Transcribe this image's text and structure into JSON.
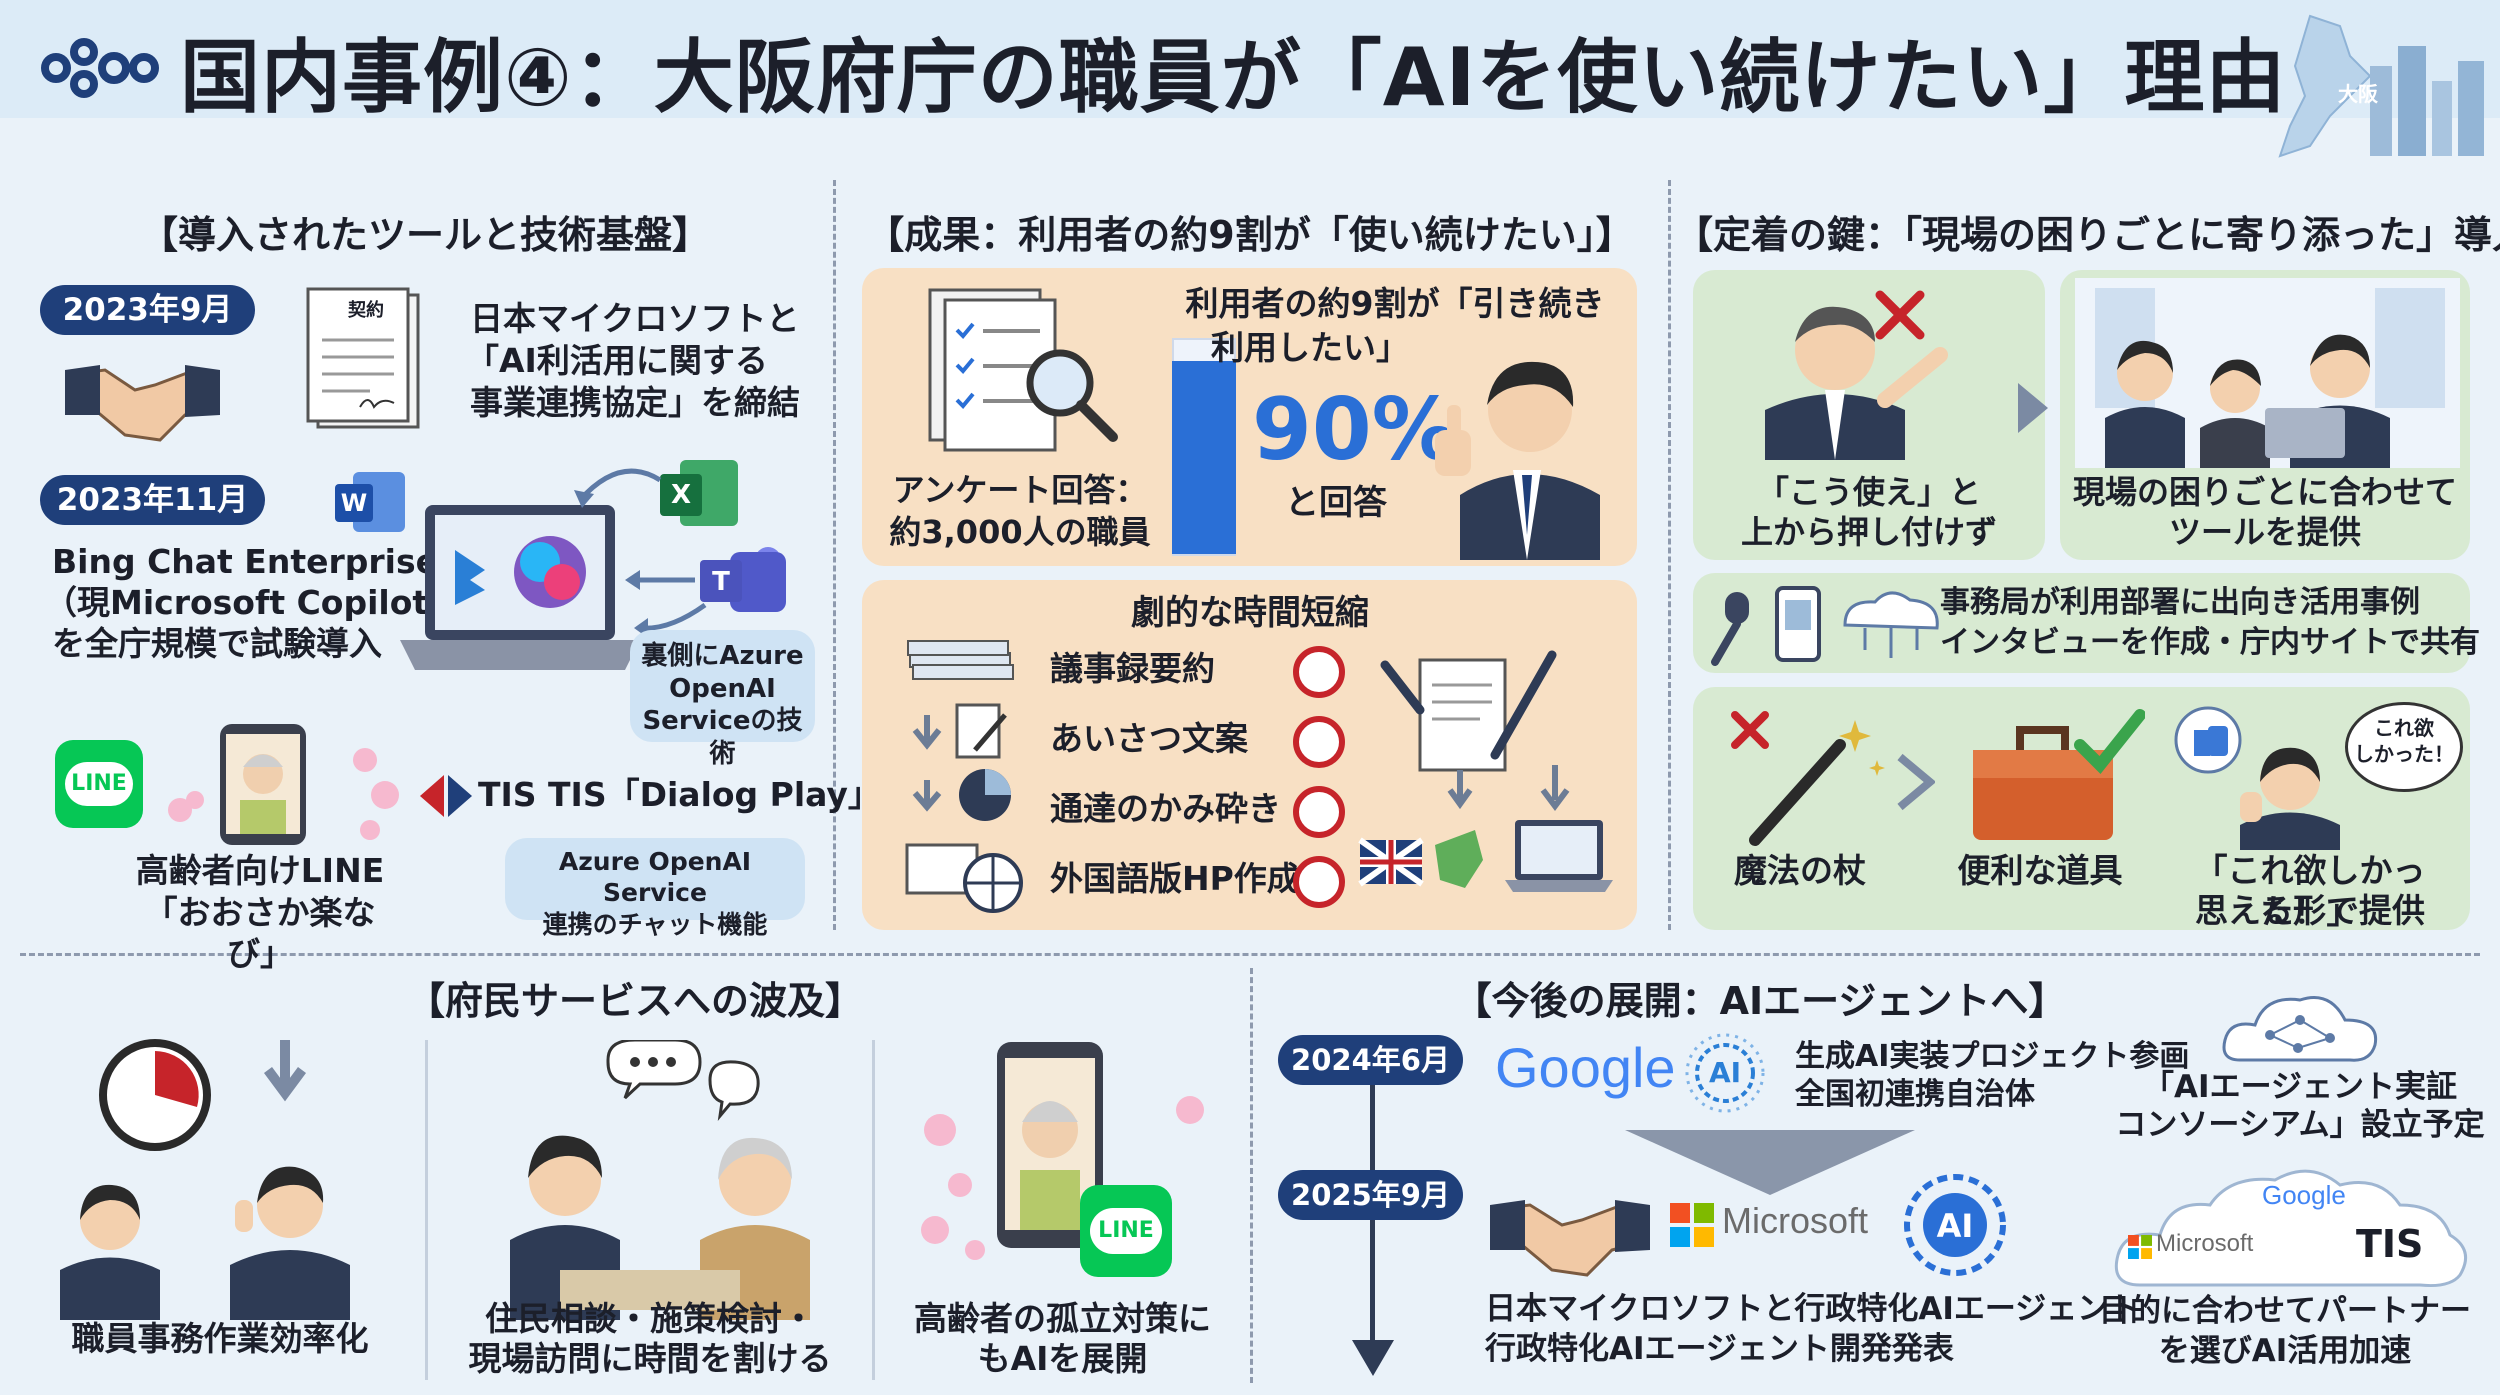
{
  "header": {
    "title": "国内事例④：大阪府庁の職員が「AIを使い続けたい」理由",
    "city_label": "大阪"
  },
  "tools": {
    "title": "【導入されたツールと技術基盤】",
    "date1": "2023年9月",
    "doc_label": "契約",
    "agreement": [
      "日本マイクロソフトと",
      "「AI利活用に関する",
      "事業連携協定」を締結"
    ],
    "date2": "2023年11月",
    "bing": [
      "Bing Chat Enterprise",
      "（現Microsoft Copilot）",
      "を全庁規模で試験導入"
    ],
    "azure": [
      "裏側にAzure",
      "OpenAI",
      "Serviceの技術"
    ],
    "line_logo": "LINE",
    "tis": "TIS TIS「Dialog Play」",
    "elderly": [
      "高齢者向けLINE",
      "「おおさか楽なび」"
    ],
    "azure_chat": [
      "Azure OpenAI Service",
      "連携のチャット機能"
    ]
  },
  "results": {
    "title": "【成果：利用者の約9割が「使い続けたい」】",
    "survey": [
      "アンケート回答：",
      "約3,000人の職員"
    ],
    "headline": [
      "利用者の約9割が「引き続き",
      "利用したい」"
    ],
    "percent": "90%",
    "percent_value": 0.9,
    "answer": "と回答",
    "time_title": "劇的な時間短縮",
    "tasks": [
      "議事録要約",
      "あいさつ文案",
      "通達のかみ砕き",
      "外国語版HP作成"
    ]
  },
  "keys": {
    "title": "【定着の鍵：「現場の困りごとに寄り添った」導入】",
    "no_push": [
      "「こう使え」と",
      "上から押し付けず"
    ],
    "provide": [
      "現場の困りごとに合わせて",
      "ツールを提供"
    ],
    "interview": [
      "事務局が利用部署に出向き活用事例",
      "インタビューを作成・庁内サイトで共有"
    ],
    "magic": "魔法の杖",
    "tool": "便利な道具",
    "wanted": [
      "「これ欲しかった！」",
      "思える形で提供"
    ],
    "wanted_bubble": [
      "これ欲",
      "しかった！"
    ]
  },
  "citizen": {
    "title": "【府民サービスへの波及】",
    "items": [
      [
        "職員事務作業効率化"
      ],
      [
        "住民相談・施策検討・",
        "現場訪問に時間を割ける"
      ],
      [
        "高齢者の孤立対策に",
        "もAIを展開"
      ]
    ],
    "line_logo": "LINE"
  },
  "future": {
    "title": "【今後の展開：AIエージェントへ】",
    "date1": "2024年6月",
    "google": "Google",
    "ai": "AI",
    "project": [
      "生成AI実装プロジェクト参画",
      "全国初連携自治体"
    ],
    "consortium": [
      "「AIエージェント実証",
      "コンソーシアム」設立予定"
    ],
    "date2": "2025年9月",
    "microsoft": "Microsoft",
    "ms_agent": [
      "日本マイクロソフトと行政特化AIエージェント",
      "行政特化AIエージェント開発発表"
    ],
    "partner": [
      "目的に合わせてパートナー",
      "を選びAI活用加速"
    ],
    "cloud_google": "Google",
    "cloud_ms": "Microsoft",
    "cloud_tis": "TIS"
  },
  "colors": {
    "navy": "#1f3f7a",
    "orange": "#f8e0c4",
    "green": "#d8ead2",
    "red": "#c6242a",
    "blue": "#2a6fd6"
  }
}
